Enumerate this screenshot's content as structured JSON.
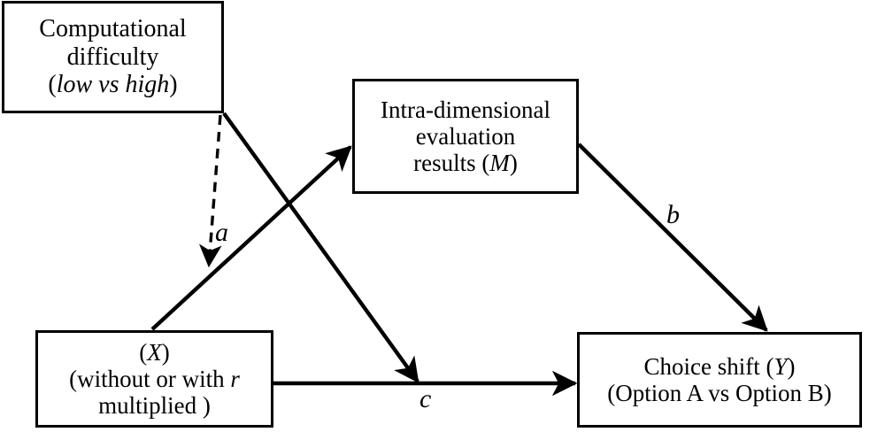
{
  "diagram": {
    "type": "moderated-mediation-path-model",
    "background_color": "#ffffff",
    "stroke_color": "#000000",
    "nodes": [
      {
        "id": "moderator",
        "name": "computational-difficulty",
        "lines": [
          "Computational",
          "difficulty",
          "(low vs high)"
        ],
        "line1": "Computational",
        "line2": "difficulty",
        "line3_open": "(",
        "line3_italic": "low vs high",
        "line3_close": ")"
      },
      {
        "id": "mediator",
        "name": "intra-dimensional-evaluation-results",
        "lines": [
          "Intra-dimensional",
          "evaluation",
          "results (M)"
        ],
        "line1": "Intra-dimensional",
        "line2": "evaluation",
        "line3_pre": "results (",
        "line3_italic": "M",
        "line3_post": ")"
      },
      {
        "id": "predictor",
        "name": "independent-variable-x",
        "lines": [
          "(X)",
          "(without or with r",
          "multiplied )"
        ],
        "line1_open": "(",
        "line1_italic": "X",
        "line1_close": ")",
        "line2_pre": "(without or with ",
        "line2_italic": "r",
        "line3": "multiplied )"
      },
      {
        "id": "outcome",
        "name": "choice-shift-y",
        "lines": [
          "Choice shift (Y)",
          "(Option A vs Option B)"
        ],
        "line1_pre": "Choice shift (",
        "line1_italic": "Y",
        "line1_post": ")",
        "line2": "(Option A vs Option B)"
      }
    ],
    "edges": [
      {
        "id": "a-path",
        "label": "a",
        "from": "moderator",
        "to": "x-to-m-path",
        "style": "dashed",
        "arrow": "single",
        "meaning": "moderation of path a"
      },
      {
        "id": "b-path",
        "label": "b",
        "from": "mediator",
        "to": "outcome",
        "style": "solid",
        "arrow": "single"
      },
      {
        "id": "c-path",
        "label": "c",
        "from": "predictor",
        "to": "outcome",
        "style": "solid",
        "arrow": "single"
      },
      {
        "id": "x-to-m-path",
        "label": "",
        "from": "predictor",
        "to": "mediator",
        "style": "solid",
        "arrow": "single"
      },
      {
        "id": "moderator-to-c-path",
        "label": "",
        "from": "moderator",
        "to": "c-path",
        "style": "solid",
        "arrow": "single",
        "meaning": "moderation of path c"
      }
    ]
  }
}
